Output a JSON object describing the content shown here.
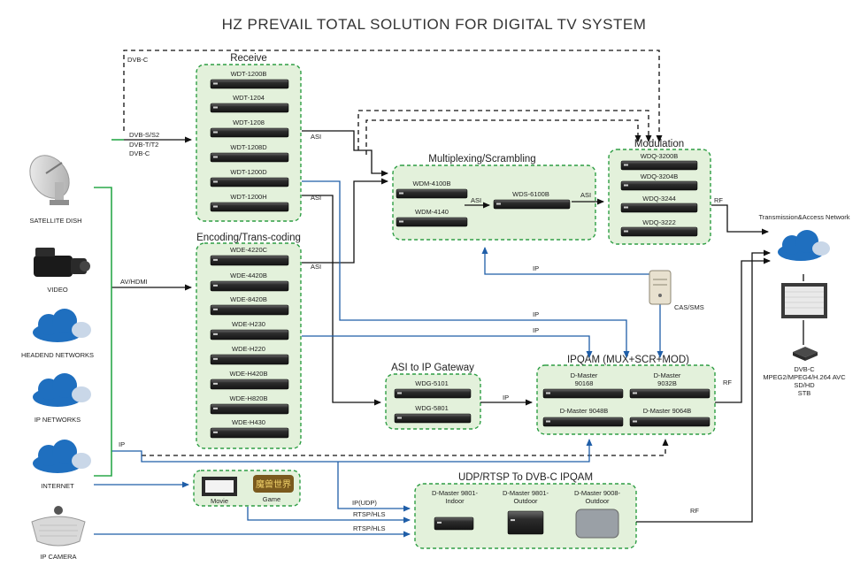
{
  "title": "HZ PREVAIL TOTAL SOLUTION FOR DIGITAL TV SYSTEM",
  "sources": {
    "satellite": "SATELLITE DISH",
    "video": "VIDEO",
    "headend": "HEADEND NETWORKS",
    "ipnet": "IP NETWORKS",
    "internet": "INTERNET",
    "ipcam": "IP CAMERA"
  },
  "groups": {
    "receive": {
      "title": "Receive",
      "devices": [
        "WDT-1200B",
        "WDT-1204",
        "WDT-1208",
        "WDT-1208D",
        "WDT-1200D",
        "WDT-1200H"
      ]
    },
    "encoding": {
      "title": "Encoding/Trans-coding",
      "devices": [
        "WDE-4220C",
        "WDE-4420B",
        "WDE-8420B",
        "WDE-H230",
        "WDE-H220",
        "WDE-H420B",
        "WDE-H820B",
        "WDE-H430"
      ]
    },
    "mux": {
      "title": "Multiplexing/Scrambling",
      "devices": [
        "WDM-4100B",
        "WDM-4140",
        "WDS-6100B"
      ]
    },
    "modulation": {
      "title": "Modulation",
      "devices": [
        "WDQ-3200B",
        "WDQ-3204B",
        "WDQ-3244",
        "WDQ-3222"
      ]
    },
    "gateway": {
      "title": "ASI to IP Gateway",
      "devices": [
        "WDG-5101",
        "WDG-5801"
      ]
    },
    "ipqam": {
      "title": "IPQAM (MUX+SCR+MOD)",
      "devices": [
        "D-Master 90168",
        "D-Master 9032B",
        "D-Master 9048B",
        "D-Master 9064B"
      ]
    },
    "udp": {
      "title": "UDP/RTSP To DVB-C IPQAM",
      "devices": [
        "D-Master 9801-Indoor",
        "D-Master 9801-Outdoor",
        "D-Master 9008-Outdoor"
      ]
    }
  },
  "media": {
    "movie": "Movie",
    "game": "Game",
    "game_logo": "魔兽世界"
  },
  "labels": {
    "dvbc_top": "DVB-C",
    "dvbs": "DVB-S/S2",
    "dvbt": "DVB-T/T2",
    "dvbc": "DVB-C",
    "avhdmi": "AV/HDMI",
    "ip_left": "IP",
    "asi1": "ASI",
    "asi2": "ASI",
    "asi3": "ASI",
    "asi_mux": "ASI",
    "asi_mux2": "ASI",
    "rf_mod": "RF",
    "rf_ipqam": "RF",
    "rf_udp": "RF",
    "ip_cas": "IP",
    "ip_enc1": "IP",
    "ip_enc2": "IP",
    "ip_gw": "IP",
    "ipudp": "IP(UDP)",
    "rtsp1": "RTSP/HLS",
    "rtsp2": "RTSP/HLS",
    "cas": "CAS/SMS",
    "tan": "Transmission&Access Network",
    "stb_lines": [
      "DVB-C",
      "MPEG2/MPEG4/H.264 AVC",
      "SD/HD",
      "STB"
    ]
  },
  "colors": {
    "group_fill": "#e3f1db",
    "group_border": "#2e9e44",
    "black_line": "#111111",
    "blue_line": "#1f5ea8",
    "green_line": "#2aa84a",
    "cloud": "#1f6fbf"
  }
}
